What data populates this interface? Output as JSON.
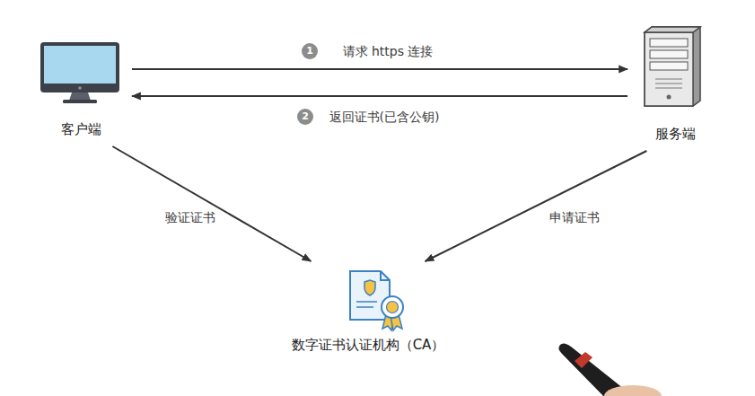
{
  "diagram": {
    "nodes": [
      {
        "text": [
          "客户端"
        ]
      },
      {
        "text": [
          "服务端"
        ]
      },
      {
        "text": [
          "数字证书认证机构（CA）"
        ]
      }
    ],
    "edges": [
      {
        "from": 0,
        "to": 1,
        "arrow": "to",
        "label": "请求 https 连接"
      },
      {
        "from": 1,
        "to": 0,
        "arrow": "to",
        "label": "返回证书(已含公钥)"
      },
      {
        "from": 0,
        "to": 2,
        "arrow": "to",
        "label": "验证证书"
      },
      {
        "from": 1,
        "to": 2,
        "arrow": "to",
        "label": "申请证书"
      }
    ],
    "labels": [
      "1",
      "2"
    ]
  }
}
